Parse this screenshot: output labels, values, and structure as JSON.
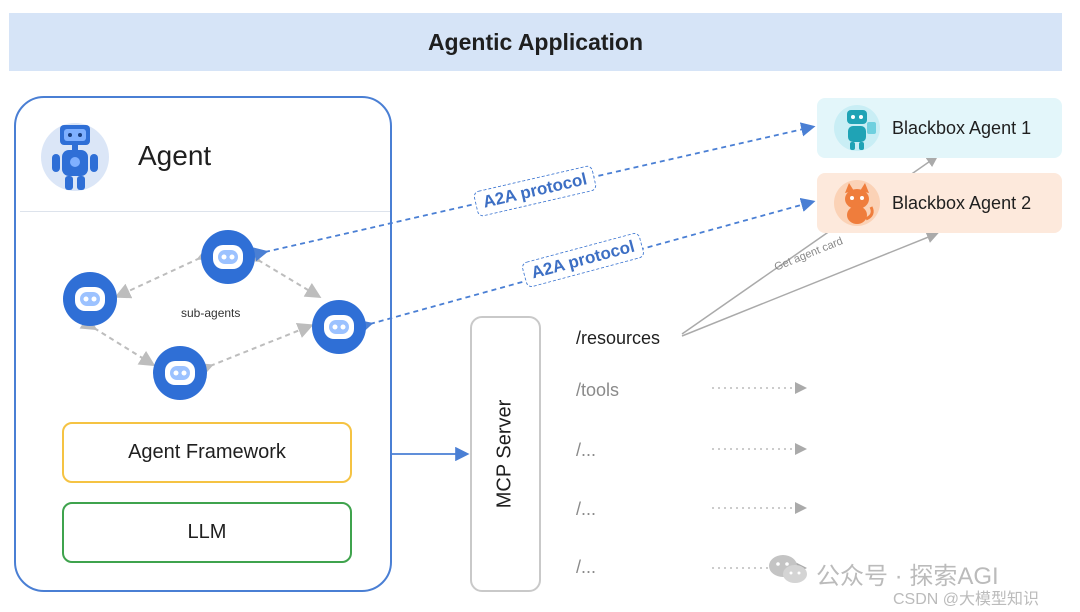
{
  "header": {
    "title": "Agentic Application"
  },
  "agent": {
    "title": "Agent",
    "sub_agents_label": "sub-agents",
    "framework_label": "Agent Framework",
    "llm_label": "LLM"
  },
  "mcp": {
    "label": "MCP Server",
    "resources": [
      "/resources",
      "/tools",
      "/...",
      "/...",
      "/..."
    ]
  },
  "protocols": [
    "A2A protocol",
    "A2A protocol"
  ],
  "blackbox_agents": [
    "Blackbox Agent 1",
    "Blackbox Agent 2"
  ],
  "get_agent_card_label": "Get agent card",
  "watermark": {
    "text": "公众号 · 探索AGI",
    "csdn": "CSDN @大模型知识"
  },
  "colors": {
    "banner": "#d6e4f7",
    "agent_border": "#4a7fd4",
    "framework_border": "#f5c343",
    "llm_border": "#3fa34d",
    "blackbox1_bg": "#e3f6fa",
    "blackbox2_bg": "#fde9dc",
    "protocol_text": "#3d6fc4"
  },
  "icons": [
    "robot-icon",
    "sub-agent-icon",
    "cat-icon",
    "wechat-icon"
  ]
}
